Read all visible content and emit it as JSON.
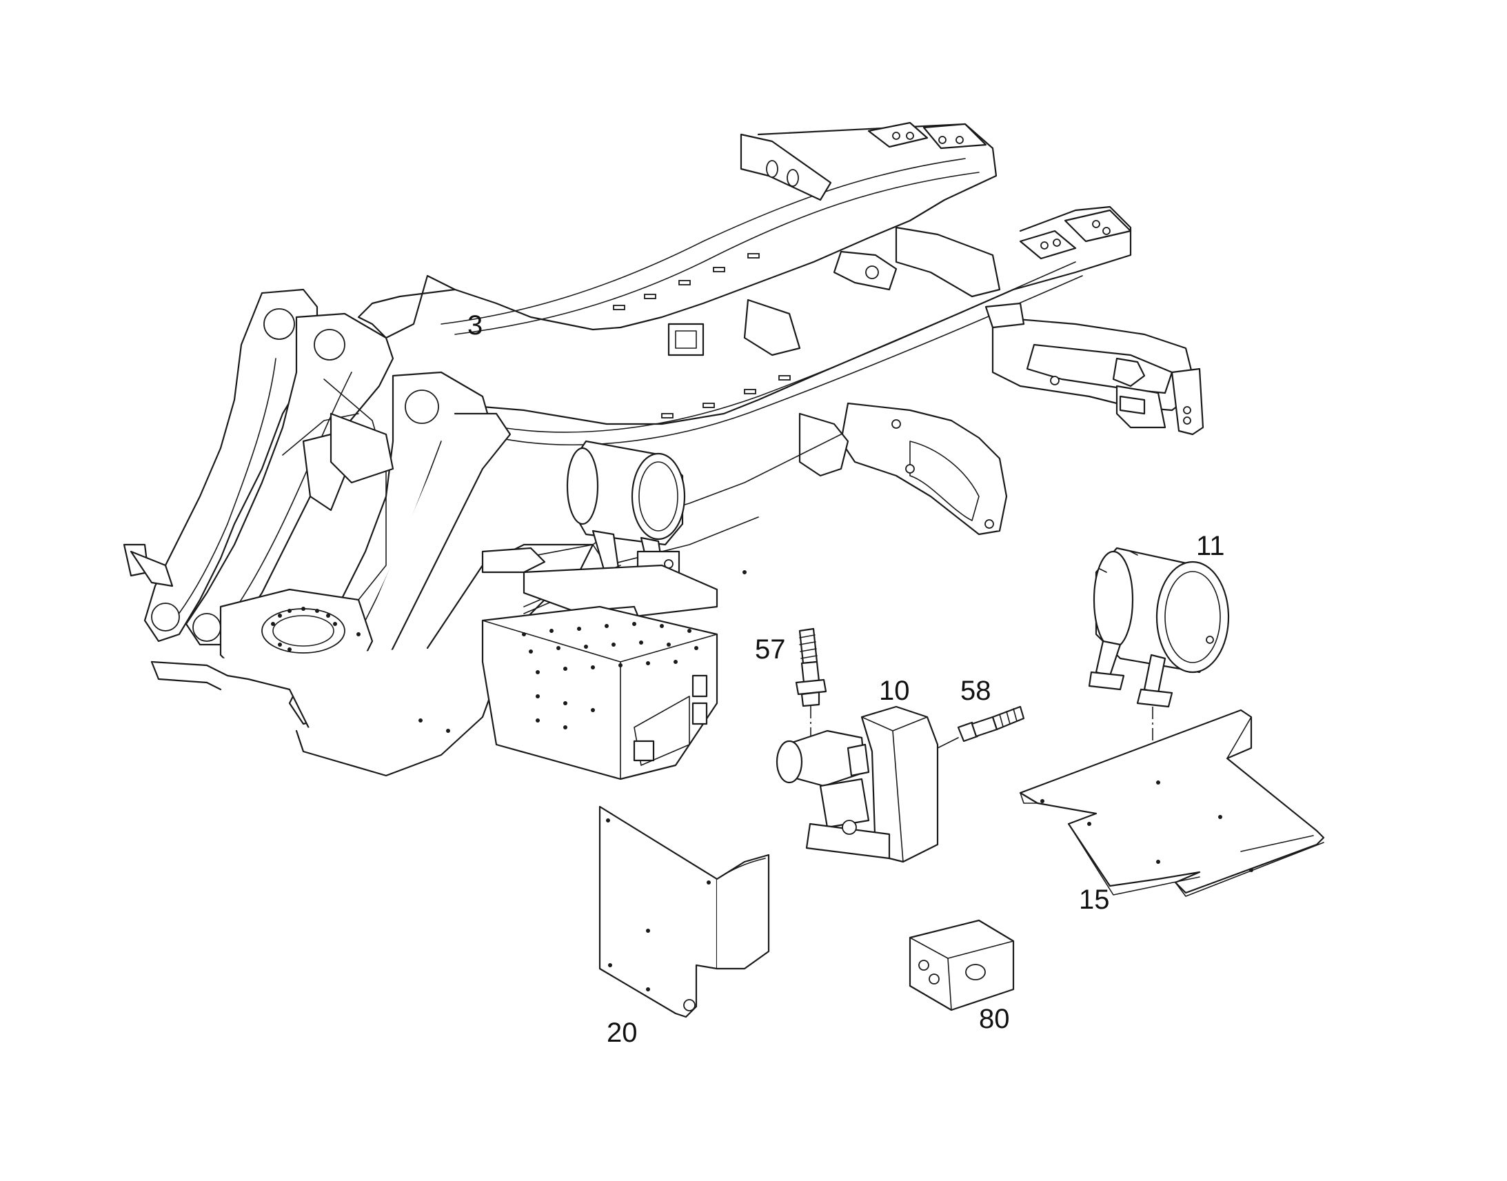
{
  "callouts": {
    "c3": "3",
    "c11": "11",
    "c57": "57",
    "c10": "10",
    "c58": "58",
    "c15": "15",
    "c20": "20",
    "c80": "80"
  }
}
